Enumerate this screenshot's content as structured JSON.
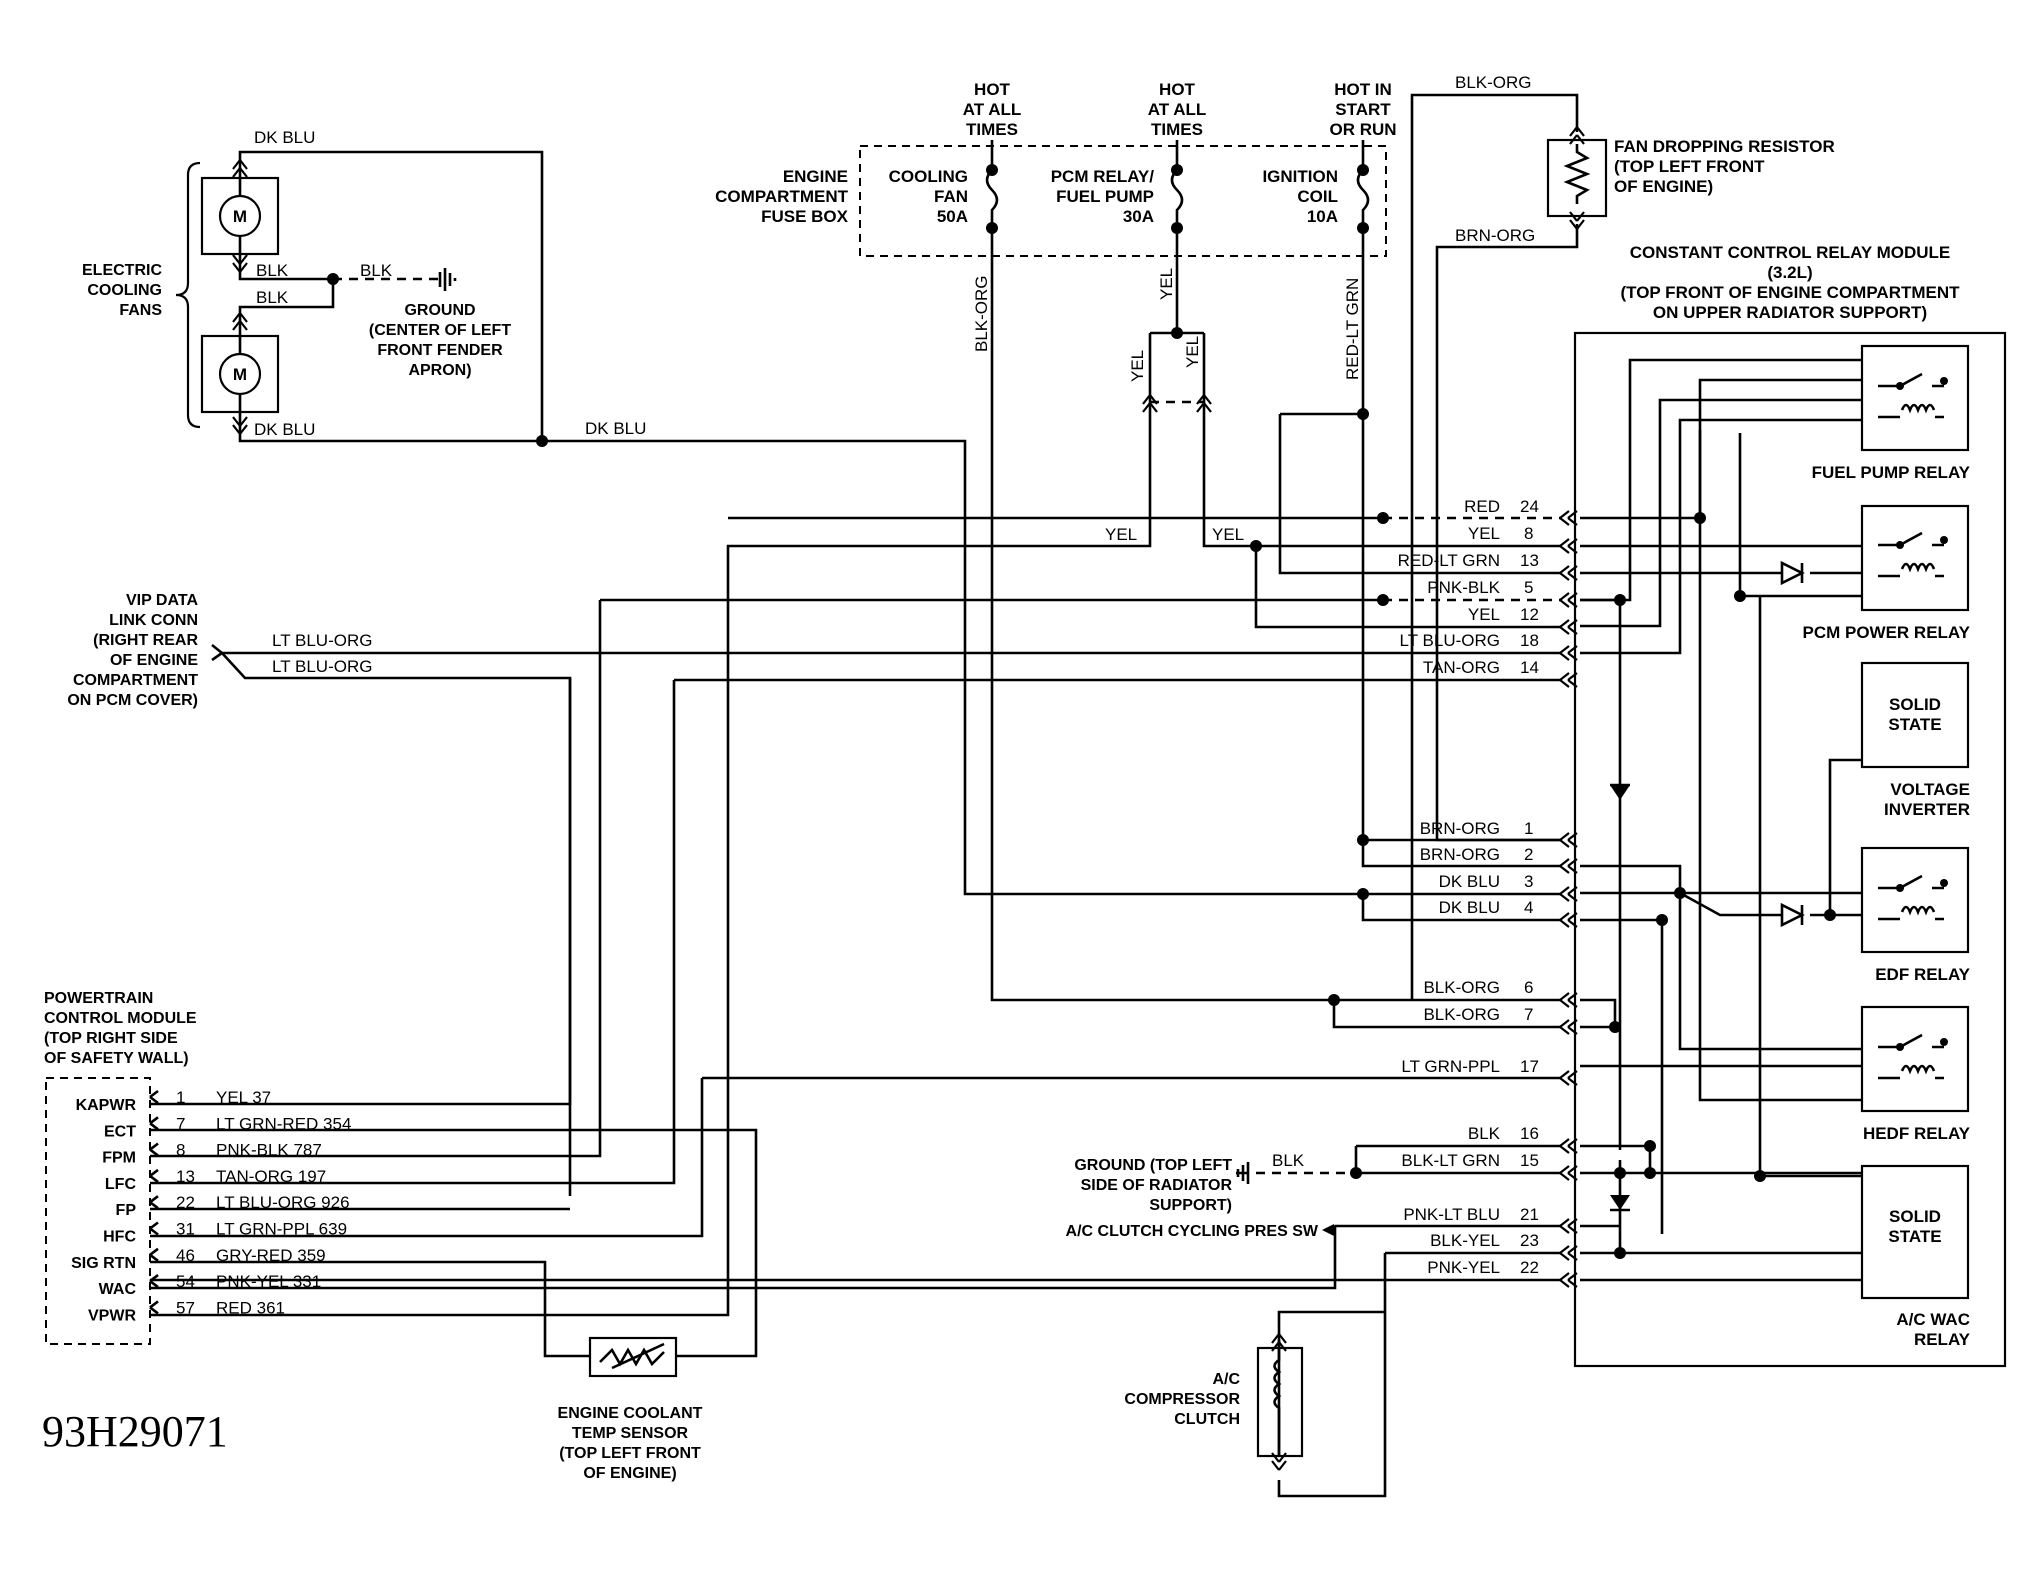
{
  "fans": {
    "title": [
      "ELECTRIC",
      "COOLING",
      "FANS"
    ],
    "wire_top": "DK BLU",
    "wire_blk1": "BLK",
    "wire_blk2": "BLK",
    "wire_blk3": "BLK",
    "wire_bottom": "DK BLU",
    "wire_bus": "DK BLU",
    "motor": "M",
    "ground": [
      "GROUND",
      "(CENTER OF LEFT",
      "FRONT FENDER",
      "APRON)"
    ]
  },
  "fusebox": {
    "title": [
      "ENGINE",
      "COMPARTMENT",
      "FUSE BOX"
    ],
    "hot1": [
      "HOT",
      "AT ALL",
      "TIMES"
    ],
    "hot2": [
      "HOT",
      "AT ALL",
      "TIMES"
    ],
    "hot3": [
      "HOT IN",
      "START",
      "OR RUN"
    ],
    "fuse1": [
      "COOLING",
      "FAN",
      "50A"
    ],
    "fuse2": [
      "PCM RELAY/",
      "FUEL PUMP",
      "30A"
    ],
    "fuse3": [
      "IGNITION",
      "COIL",
      "10A"
    ],
    "w1": "BLK-ORG",
    "w2": "YEL",
    "w3": "RED-LT GRN",
    "w_yel_a": "YEL",
    "w_yel_b": "YEL",
    "w_yel_c": "YEL",
    "w_yel_d": "YEL"
  },
  "resistor": {
    "wire_top": "BLK-ORG",
    "wire_bottom": "BRN-ORG",
    "label": [
      "FAN DROPPING RESISTOR",
      "(TOP LEFT FRONT",
      "OF ENGINE)"
    ]
  },
  "module": {
    "title": [
      "CONSTANT CONTROL RELAY MODULE",
      "(3.2L)",
      "(TOP FRONT OF ENGINE COMPARTMENT",
      "ON UPPER RADIATOR SUPPORT)"
    ],
    "pins": [
      {
        "wire": "RED",
        "pin": "24"
      },
      {
        "wire": "YEL",
        "pin": "8"
      },
      {
        "wire": "RED-LT GRN",
        "pin": "13"
      },
      {
        "wire": "PNK-BLK",
        "pin": "5"
      },
      {
        "wire": "YEL",
        "pin": "12"
      },
      {
        "wire": "LT BLU-ORG",
        "pin": "18"
      },
      {
        "wire": "TAN-ORG",
        "pin": "14"
      },
      {
        "wire": "BRN-ORG",
        "pin": "1"
      },
      {
        "wire": "BRN-ORG",
        "pin": "2"
      },
      {
        "wire": "DK BLU",
        "pin": "3"
      },
      {
        "wire": "DK BLU",
        "pin": "4"
      },
      {
        "wire": "BLK-ORG",
        "pin": "6"
      },
      {
        "wire": "BLK-ORG",
        "pin": "7"
      },
      {
        "wire": "LT GRN-PPL",
        "pin": "17"
      },
      {
        "wire": "BLK",
        "pin": "16"
      },
      {
        "wire": "BLK-LT GRN",
        "pin": "15"
      },
      {
        "wire": "PNK-LT BLU",
        "pin": "21"
      },
      {
        "wire": "BLK-YEL",
        "pin": "23"
      },
      {
        "wire": "PNK-YEL",
        "pin": "22"
      }
    ],
    "relays": {
      "fuel_pump": "FUEL PUMP RELAY",
      "pcm_power": "PCM POWER RELAY",
      "solid_state_1": [
        "SOLID",
        "STATE"
      ],
      "voltage_inverter": [
        "VOLTAGE",
        "INVERTER"
      ],
      "edf": "EDF RELAY",
      "hedf": "HEDF RELAY",
      "solid_state_2": [
        "SOLID",
        "STATE"
      ],
      "ac_wac": [
        "A/C WAC",
        "RELAY"
      ]
    }
  },
  "vip": {
    "label": [
      "VIP DATA",
      "LINK CONN",
      "(RIGHT REAR",
      "OF ENGINE",
      "COMPARTMENT",
      "ON PCM COVER)"
    ],
    "w1": "LT BLU-ORG",
    "w2": "LT BLU-ORG"
  },
  "pcm": {
    "title": [
      "POWERTRAIN",
      "CONTROL MODULE",
      "(TOP RIGHT SIDE",
      "OF SAFETY WALL)"
    ],
    "rows": [
      {
        "name": "KAPWR",
        "pin": "1",
        "wire": "YEL 37"
      },
      {
        "name": "ECT",
        "pin": "7",
        "wire": "LT GRN-RED 354"
      },
      {
        "name": "FPM",
        "pin": "8",
        "wire": "PNK-BLK 787"
      },
      {
        "name": "LFC",
        "pin": "13",
        "wire": "TAN-ORG 197"
      },
      {
        "name": "FP",
        "pin": "22",
        "wire": "LT BLU-ORG 926"
      },
      {
        "name": "HFC",
        "pin": "31",
        "wire": "LT GRN-PPL 639"
      },
      {
        "name": "SIG RTN",
        "pin": "46",
        "wire": "GRY-RED 359"
      },
      {
        "name": "WAC",
        "pin": "54",
        "wire": "PNK-YEL 331"
      },
      {
        "name": "VPWR",
        "pin": "57",
        "wire": "RED 361"
      }
    ]
  },
  "sensor": {
    "label": [
      "ENGINE COOLANT",
      "TEMP SENSOR",
      "(TOP LEFT FRONT",
      "OF ENGINE)"
    ]
  },
  "ground2": {
    "label": [
      "GROUND (TOP LEFT",
      "SIDE OF RADIATOR",
      "SUPPORT)"
    ],
    "wire": "BLK"
  },
  "ac": {
    "switch_label": "A/C CLUTCH CYCLING PRES SW",
    "compressor": [
      "A/C",
      "COMPRESSOR",
      "CLUTCH"
    ]
  },
  "figure_code": "93H29071"
}
